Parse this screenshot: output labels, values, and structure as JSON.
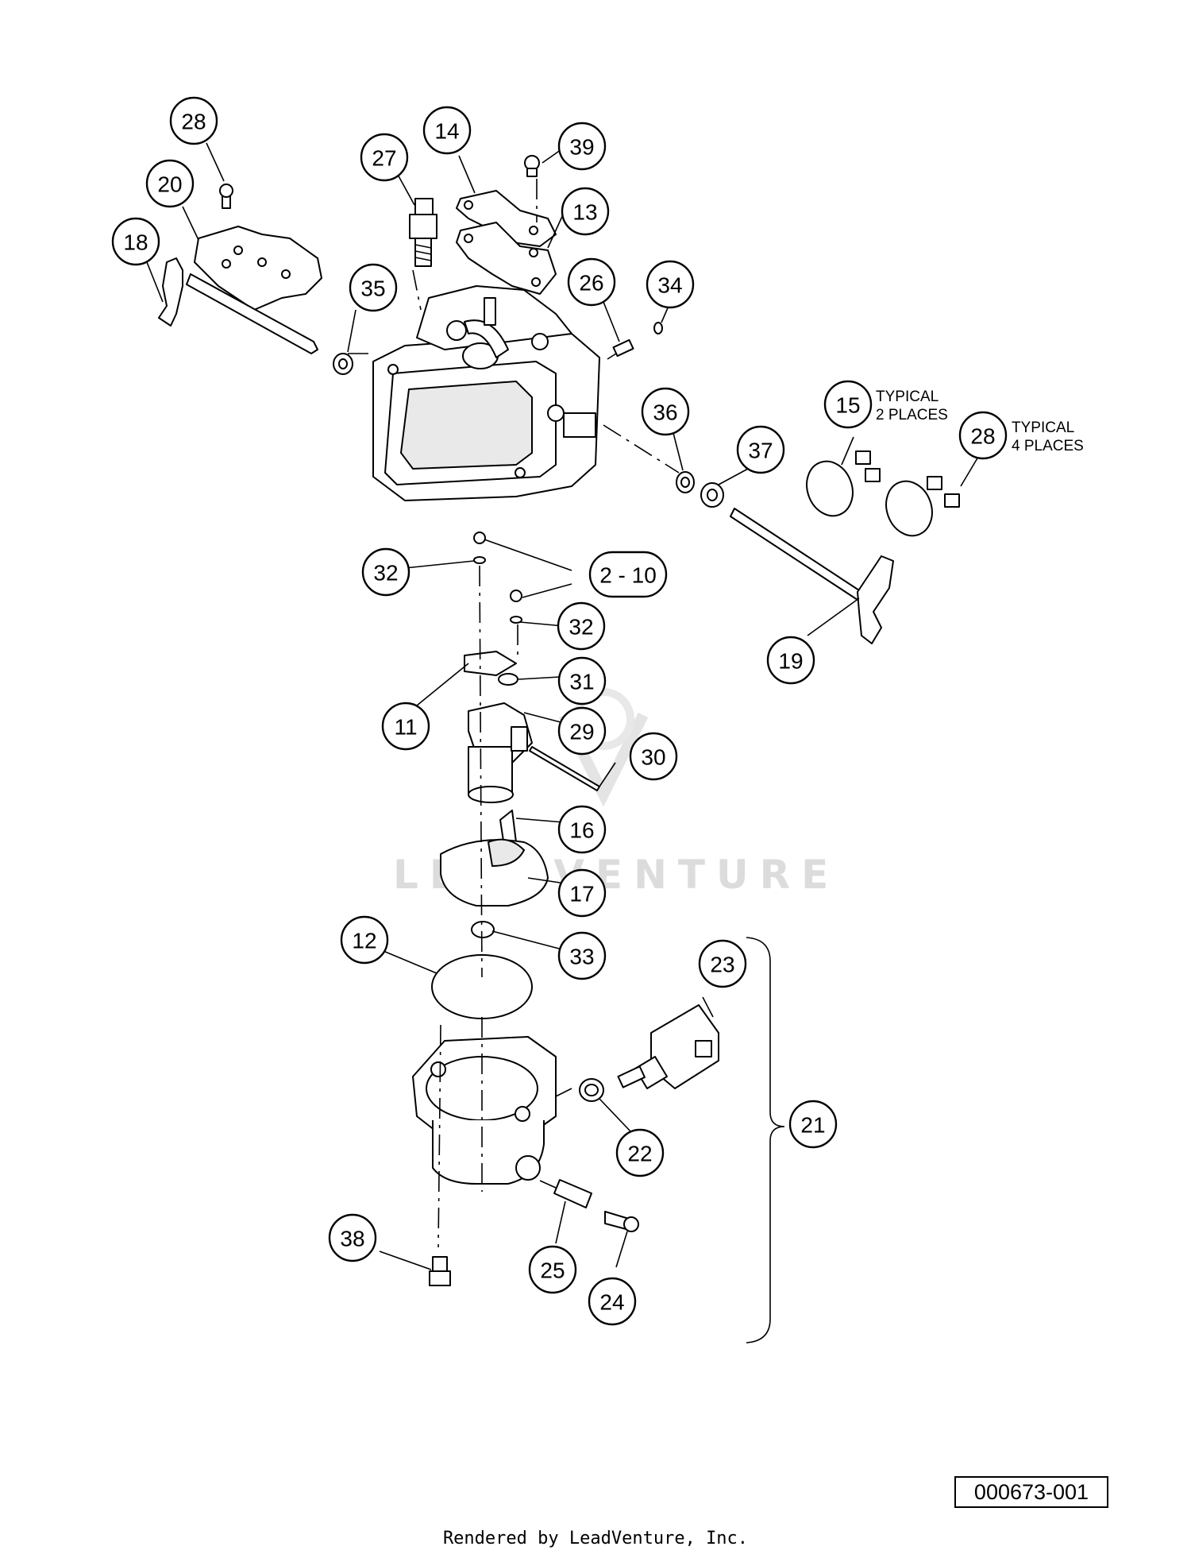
{
  "callouts": [
    {
      "label": "28",
      "cx": 0,
      "cy": 0
    },
    {
      "label": "20"
    },
    {
      "label": "18"
    },
    {
      "label": "27"
    },
    {
      "label": "14"
    },
    {
      "label": "39"
    },
    {
      "label": "13"
    },
    {
      "label": "35"
    },
    {
      "label": "26"
    },
    {
      "label": "34"
    },
    {
      "label": "36"
    },
    {
      "label": "37"
    },
    {
      "label": "15"
    },
    {
      "label": "28"
    },
    {
      "label": "32"
    },
    {
      "label": "2 - 10"
    },
    {
      "label": "32"
    },
    {
      "label": "31"
    },
    {
      "label": "11"
    },
    {
      "label": "29"
    },
    {
      "label": "30"
    },
    {
      "label": "19"
    },
    {
      "label": "16"
    },
    {
      "label": "17"
    },
    {
      "label": "12"
    },
    {
      "label": "33"
    },
    {
      "label": "23"
    },
    {
      "label": "21"
    },
    {
      "label": "22"
    },
    {
      "label": "38"
    },
    {
      "label": "25"
    },
    {
      "label": "24"
    }
  ],
  "notes": {
    "typical_2_line1": "TYPICAL",
    "typical_2_line2": "2 PLACES",
    "typical_4_line1": "TYPICAL",
    "typical_4_line2": "4 PLACES"
  },
  "watermark": "LEADVENTURE",
  "drawing_number": "000673-001",
  "render_credit": "Rendered by LeadVenture, Inc."
}
